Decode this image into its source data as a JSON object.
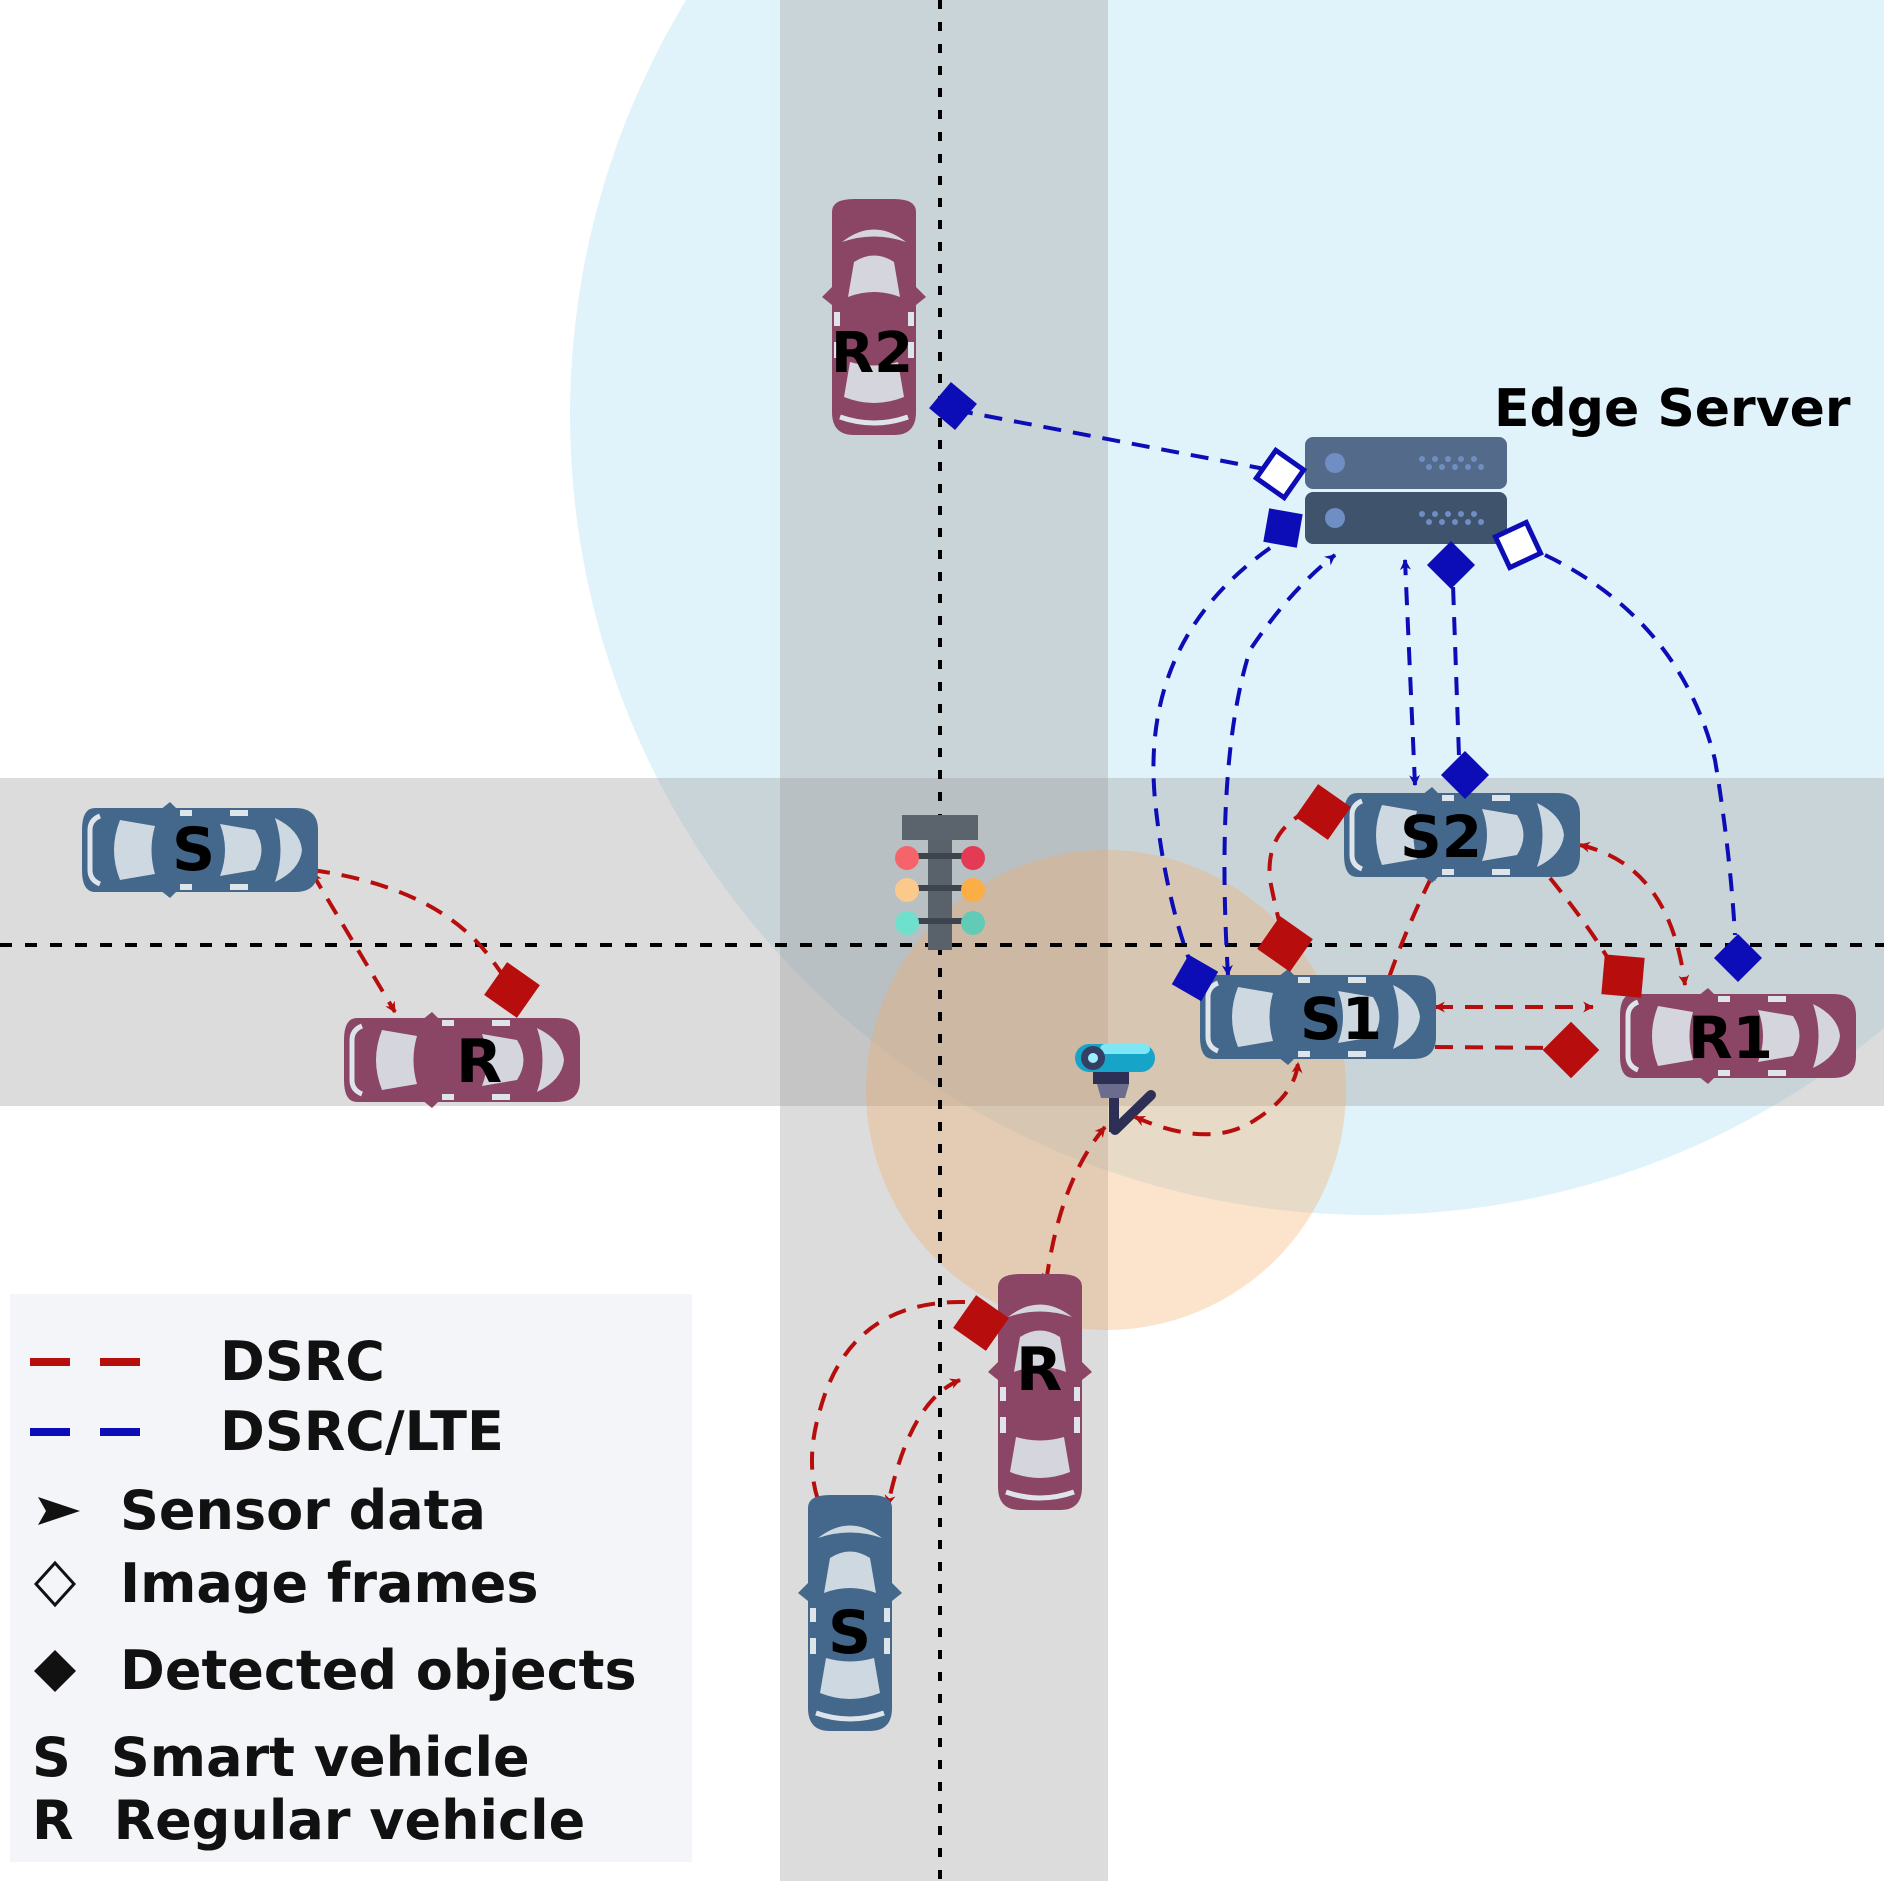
{
  "title": "Edge Server",
  "colors": {
    "dsrc": "#b80d0d",
    "lte": "#0d0db8",
    "smart_vehicle": "#44678c",
    "regular_vehicle": "#8b4565",
    "road": "#dcdcdc",
    "edge_coverage": "#e1f3fa",
    "camera_coverage": "#fde2c8",
    "legend_bg": "#f3f5f8",
    "server_top": "#536a8a",
    "server_bottom": "#3f536d"
  },
  "vehicles": [
    {
      "id": "S-west",
      "label": "S",
      "type": "smart",
      "orientation": "horizontal"
    },
    {
      "id": "R-west",
      "label": "R",
      "type": "regular",
      "orientation": "horizontal"
    },
    {
      "id": "R2",
      "label": "R2",
      "type": "regular",
      "orientation": "vertical"
    },
    {
      "id": "S1",
      "label": "S1",
      "type": "smart",
      "orientation": "horizontal"
    },
    {
      "id": "S2",
      "label": "S2",
      "type": "smart",
      "orientation": "horizontal"
    },
    {
      "id": "R1",
      "label": "R1",
      "type": "regular",
      "orientation": "horizontal"
    },
    {
      "id": "R-south",
      "label": "R",
      "type": "regular",
      "orientation": "vertical"
    },
    {
      "id": "S-south",
      "label": "S",
      "type": "smart",
      "orientation": "vertical"
    }
  ],
  "links": [
    {
      "from": "S-west",
      "to": "R-west",
      "channel": "DSRC",
      "payload": "Sensor data"
    },
    {
      "from": "R-west",
      "to": "S-west",
      "channel": "DSRC",
      "payload": "Detected objects"
    },
    {
      "from": "R2",
      "to": "Edge Server",
      "channel": "DSRC/LTE",
      "payload": "Detected objects"
    },
    {
      "from": "Edge Server",
      "to": "R2",
      "channel": "DSRC/LTE",
      "payload": "Image frames"
    },
    {
      "from": "S1",
      "to": "Edge Server",
      "channel": "DSRC/LTE",
      "payload": "Sensor data"
    },
    {
      "from": "Edge Server",
      "to": "S1",
      "channel": "DSRC/LTE",
      "payload": "Detected objects"
    },
    {
      "from": "S2",
      "to": "Edge Server",
      "channel": "DSRC/LTE",
      "payload": "Sensor data"
    },
    {
      "from": "Edge Server",
      "to": "S2",
      "channel": "DSRC/LTE",
      "payload": "Detected objects"
    },
    {
      "from": "R1",
      "to": "Edge Server",
      "channel": "DSRC/LTE",
      "payload": "Detected objects"
    },
    {
      "from": "Edge Server",
      "to": "R1",
      "channel": "DSRC/LTE",
      "payload": "Image frames"
    },
    {
      "from": "S1",
      "to": "S2",
      "channel": "DSRC",
      "payload": "Sensor data"
    },
    {
      "from": "S2",
      "to": "S1",
      "channel": "DSRC",
      "payload": "Detected objects"
    },
    {
      "from": "S1",
      "to": "R1",
      "channel": "DSRC",
      "payload": "Sensor data"
    },
    {
      "from": "R1",
      "to": "S1",
      "channel": "DSRC",
      "payload": "Detected objects"
    },
    {
      "from": "S2",
      "to": "R1",
      "channel": "DSRC",
      "payload": "Detected objects"
    },
    {
      "from": "R1",
      "to": "S2",
      "channel": "DSRC",
      "payload": "Sensor data"
    },
    {
      "from": "Camera",
      "to": "S1",
      "channel": "DSRC",
      "payload": "Sensor data"
    },
    {
      "from": "Camera",
      "to": "R-south",
      "channel": "DSRC",
      "payload": "Sensor data"
    },
    {
      "from": "R-south",
      "to": "S-south",
      "channel": "DSRC",
      "payload": "Detected objects"
    },
    {
      "from": "S-south",
      "to": "R-south",
      "channel": "DSRC",
      "payload": "Sensor data"
    }
  ],
  "legend": {
    "dsrc": "DSRC",
    "lte": "DSRC/LTE",
    "sensor": "Sensor data",
    "image": "Image frames",
    "detected": "Detected objects",
    "smart_key": "S",
    "smart": "Smart vehicle",
    "regular_key": "R",
    "regular": "Regular vehicle"
  }
}
